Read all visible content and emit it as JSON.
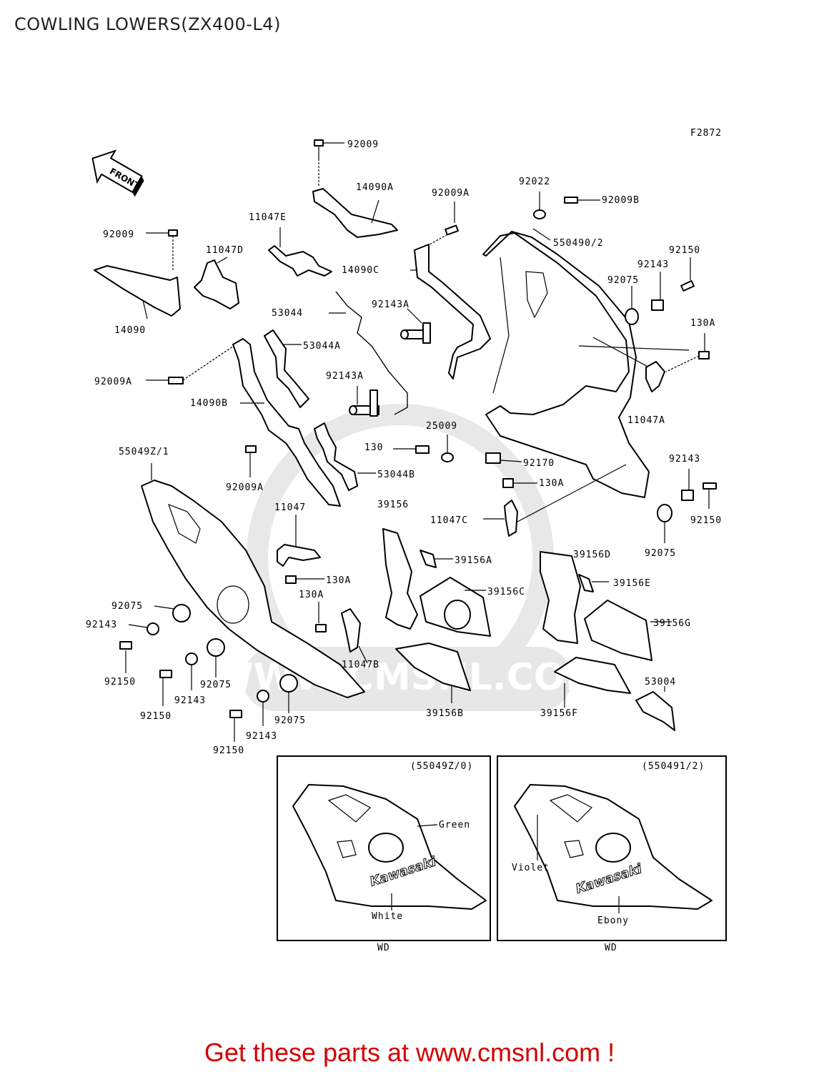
{
  "title": "COWLING LOWERS(ZX400-L4)",
  "figure_code": "F2872",
  "front_label": "FRONT",
  "watermark": "WWW.CMSNL.COM",
  "labels": {
    "l92009_top": "92009",
    "l14090A": "14090A",
    "l92009A_top": "92009A",
    "l92022": "92022",
    "l92009B": "92009B",
    "l11047E": "11047E",
    "l92009_left": "92009",
    "l11047D": "11047D",
    "l550490": "550490/2",
    "l92150_r1": "92150",
    "l92143_r1": "92143",
    "l92075_r1": "92075",
    "l14090C": "14090C",
    "l14090": "14090",
    "l53044": "53044",
    "l92143A_1": "92143A",
    "l130A_r": "130A",
    "l53044A": "53044A",
    "l92009A_mid": "92009A",
    "l92143A_2": "92143A",
    "l11047A": "11047A",
    "l14090B": "14090B",
    "l25009": "25009",
    "l55049Z": "55049Z/1",
    "l130": "130",
    "l92170": "92170",
    "l92143_r2": "92143",
    "l53044B": "53044B",
    "l92009A_low": "92009A",
    "l130A_mid": "130A",
    "l11047": "11047",
    "l39156": "39156",
    "l11047C": "11047C",
    "l92150_r2": "92150",
    "l39156A": "39156A",
    "l92075_r2": "92075",
    "l39156D": "39156D",
    "l130A_low": "130A",
    "l130A_low2": "130A",
    "l39156C": "39156C",
    "l39156E": "39156E",
    "l92075_l1": "92075",
    "l92143_l1": "92143",
    "l39156G": "39156G",
    "l11047B": "11047B",
    "l92150_l1": "92150",
    "l92075_l2": "92075",
    "l53004": "53004",
    "l92143_l2": "92143",
    "l92150_l2": "92150",
    "l39156B": "39156B",
    "l39156F": "39156F",
    "l92075_l3": "92075",
    "l92143_l3": "92143",
    "l92150_l3": "92150"
  },
  "inset_left": {
    "code": "(55049Z/0)",
    "color_a": "Green",
    "color_b": "White",
    "brand": "Kawasaki",
    "region": "WD"
  },
  "inset_right": {
    "code": "(550491/2)",
    "color_a": "Violet",
    "color_b": "Ebony",
    "brand": "Kawasaki",
    "region": "WD"
  },
  "footer": {
    "text": "Get these parts at www.cmsnl.com !",
    "color": "#d40000"
  }
}
